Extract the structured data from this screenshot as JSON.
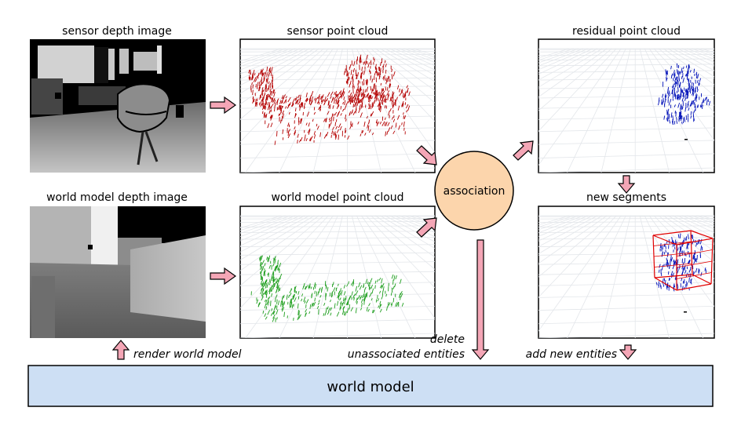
{
  "panels": {
    "sensor_depth_title": "sensor depth image",
    "sensor_cloud_title": "sensor point cloud",
    "residual_cloud_title": "residual point cloud",
    "world_depth_title": "world model depth image",
    "world_cloud_title": "world model point cloud",
    "new_segments_title": "new segments"
  },
  "nodes": {
    "association": "association",
    "world_model": "world model"
  },
  "edge_labels": {
    "render_world_model": "render world model",
    "delete_line1": "delete",
    "delete_line2": "unassociated entities",
    "add_new_entities": "add new entities"
  },
  "colors": {
    "arrow_fill": "#f4a6b6",
    "association_fill": "#fcd5ac",
    "world_model_fill": "#cddff4",
    "sensor_points": "#b40000",
    "world_points": "#1e9e1e",
    "residual_points": "#0010b8",
    "bbox": "#e00000"
  }
}
